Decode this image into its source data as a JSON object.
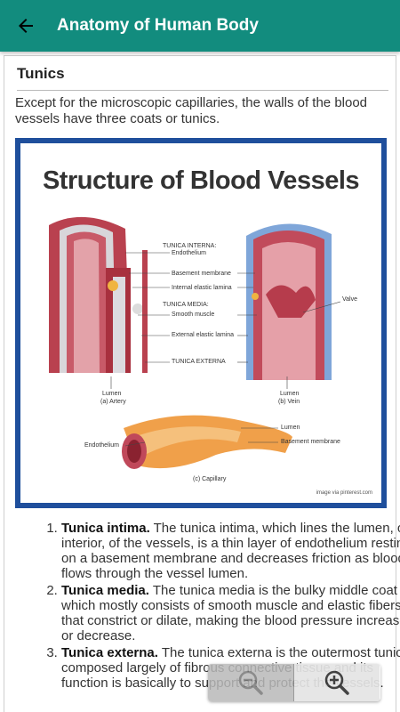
{
  "appbar": {
    "title": "Anatomy of Human Body",
    "back_icon": "arrow-left-icon"
  },
  "section": {
    "title": "Tunics",
    "intro": "Except for the microscopic capillaries, the walls of the blood vessels have three coats or tunics."
  },
  "figure": {
    "title": "Structure of Blood Vessels",
    "labels": {
      "tunica_interna": "TUNICA INTERNA:",
      "endothelium": "Endothelium",
      "basement_membrane": "Basement membrane",
      "internal_elastic_lamina": "Internal elastic lamina",
      "tunica_media": "TUNICA MEDIA:",
      "smooth_muscle": "Smooth muscle",
      "external_elastic_lamina": "External elastic lamina",
      "tunica_externa": "TUNICA EXTERNA",
      "valve": "Valve",
      "lumen_artery": "Lumen",
      "artery": "(a) Artery",
      "lumen_vein": "Lumen",
      "vein": "(b) Vein",
      "lumen_capillary": "Lumen",
      "cap_basement": "Basement membrane",
      "cap_endothelium": "Endothelium",
      "capillary": "(c) Capillary",
      "credit": "image via pinterest.com"
    }
  },
  "list": [
    {
      "term": "Tunica intima.",
      "text": " The tunica intima, which lines the lumen, or interior, of the vessels, is a thin layer of endothelium resting on a basement membrane and decreases friction as blood flows through the vessel lumen."
    },
    {
      "term": "Tunica media.",
      "text": " The tunica media is the bulky middle coat which mostly consists of smooth muscle and elastic fibers that constrict or dilate, making the blood pressure increase or decrease."
    },
    {
      "term": "Tunica externa.",
      "text": " The tunica externa is the outermost tunic composed largely of fibrous connective tissue and its function is basically to support and protect the vessels."
    }
  ],
  "zoom": {
    "out_icon": "zoom-out-icon",
    "in_icon": "zoom-in-icon"
  }
}
